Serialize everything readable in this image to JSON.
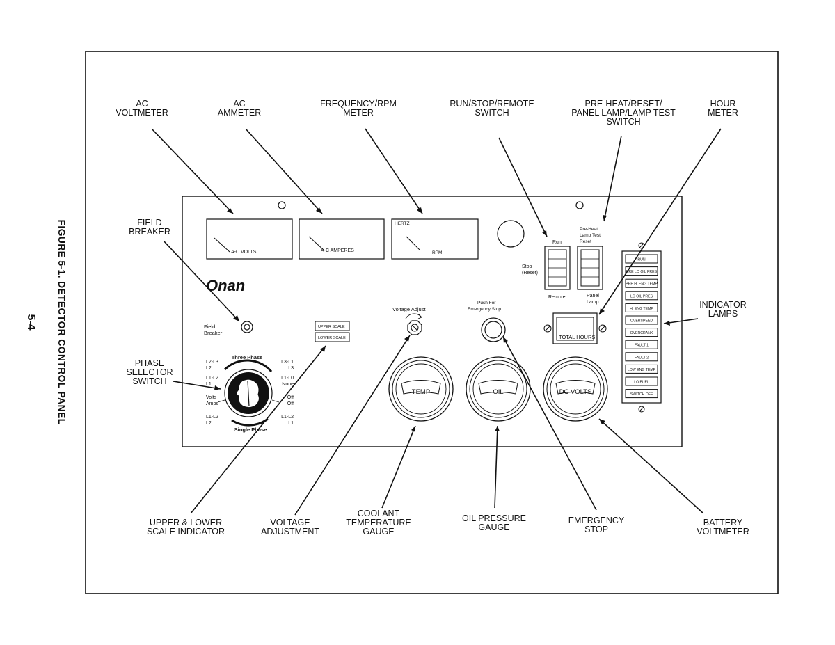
{
  "page_number": "5-4",
  "figure_caption": "FIGURE 5-1. DETECTOR CONTROL PANEL",
  "callouts": {
    "ac_voltmeter": [
      "AC",
      "VOLTMETER"
    ],
    "ac_ammeter": [
      "AC",
      "AMMETER"
    ],
    "frequency_meter": [
      "FREQUENCY/RPM",
      "METER"
    ],
    "run_stop_switch": [
      "RUN/STOP/REMOTE",
      "SWITCH"
    ],
    "preheat_switch": [
      "PRE-HEAT/RESET/",
      "PANEL LAMP/LAMP TEST",
      "SWITCH"
    ],
    "hour_meter": [
      "HOUR",
      "METER"
    ],
    "field_breaker": [
      "FIELD",
      "BREAKER"
    ],
    "indicator_lamps": [
      "INDICATOR",
      "LAMPS"
    ],
    "phase_selector": [
      "PHASE",
      "SELECTOR",
      "SWITCH"
    ],
    "scale_indicator": [
      "UPPER & LOWER",
      "SCALE INDICATOR"
    ],
    "voltage_adjustment": [
      "VOLTAGE",
      "ADJUSTMENT"
    ],
    "coolant_gauge": [
      "COOLANT",
      "TEMPERATURE",
      "GAUGE"
    ],
    "oil_gauge": [
      "OIL PRESSURE",
      "GAUGE"
    ],
    "emergency_stop": [
      "EMERGENCY",
      "STOP"
    ],
    "battery_voltmeter": [
      "BATTERY",
      "VOLTMETER"
    ]
  },
  "panel": {
    "brand_logo": "Onan",
    "meters": {
      "voltmeter_label": "A-C VOLTS",
      "ammeter_label": "A-C AMPERES",
      "freq_label_top": "HERTZ",
      "freq_label_bottom": "RPM"
    },
    "field_breaker_label": [
      "Field",
      "Breaker"
    ],
    "scale_indicator": [
      "UPPER SCALE",
      "LOWER SCALE"
    ],
    "voltage_adjust_label": "Voltage Adjust",
    "emergency_stop_label": [
      "Push For",
      "Emergency Stop"
    ],
    "run_switch": {
      "top": "Run",
      "side": [
        "Stop",
        "(Reset)"
      ],
      "bottom": "Remote"
    },
    "preheat_switch": {
      "top": [
        "Pre-Heat",
        "Lamp Test",
        "Reset"
      ],
      "bottom": [
        "Panel",
        "Lamp"
      ]
    },
    "hour_meter_label": "TOTAL HOURS",
    "gauges": [
      "TEMP",
      "OIL",
      "DC VOLTS"
    ],
    "phase_selector": {
      "three_phase": "Three Phase",
      "single_phase": "Single Phase",
      "left": [
        "L2-L3",
        "L2",
        "L1-L2",
        "L1",
        "Volts",
        "Amps",
        "L1-L2",
        "L2"
      ],
      "right": [
        "L3-L1",
        "L3",
        "L1-L0",
        "None",
        "Off",
        "Off",
        "L1-L2",
        "L1"
      ]
    },
    "indicator_lamps": [
      "RUN",
      "PRE LO OIL PRES",
      "PRE HI ENG TEMP",
      "LO OIL PRES",
      "HI ENG TEMP",
      "OVERSPEED",
      "OVERCRANK",
      "FAULT 1",
      "FAULT 2",
      "LOW ENG TEMP",
      "LO FUEL",
      "SWITCH OFF"
    ]
  }
}
